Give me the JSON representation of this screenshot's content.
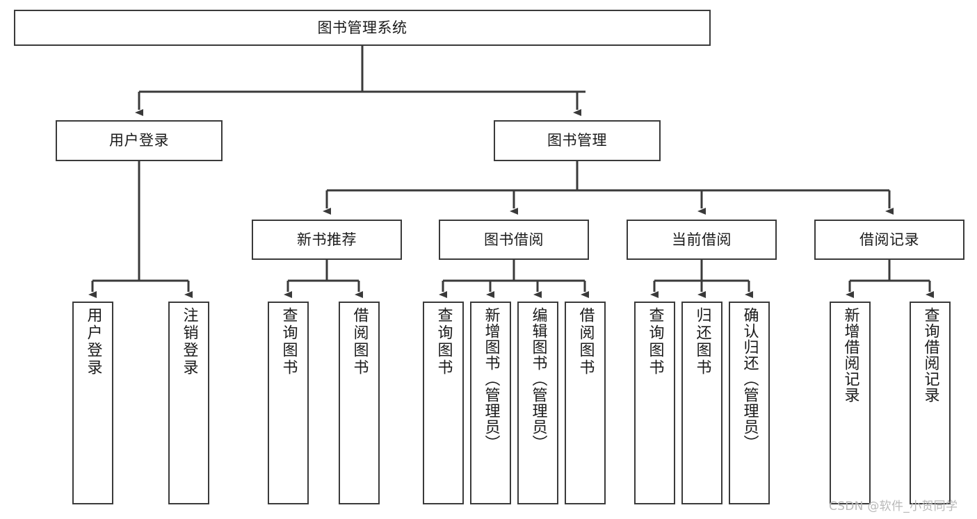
{
  "diagram": {
    "title": "图书管理系统",
    "type": "hierarchy-tree",
    "root": {
      "id": "root",
      "label": "图书管理系统"
    },
    "level2": [
      {
        "id": "user-login",
        "label": "用户登录"
      },
      {
        "id": "book-management",
        "label": "图书管理"
      }
    ],
    "level3": [
      {
        "id": "new-book-recommend",
        "label": "新书推荐",
        "parent": "book-management"
      },
      {
        "id": "book-borrow",
        "label": "图书借阅",
        "parent": "book-management"
      },
      {
        "id": "current-borrow",
        "label": "当前借阅",
        "parent": "book-management"
      },
      {
        "id": "borrow-record",
        "label": "借阅记录",
        "parent": "book-management"
      }
    ],
    "leaves": [
      {
        "id": "leaf-user-login",
        "label": "用户登录",
        "parent": "user-login"
      },
      {
        "id": "leaf-logout",
        "label": "注销登录",
        "parent": "user-login"
      },
      {
        "id": "leaf-query-book-1",
        "label": "查询图书",
        "parent": "new-book-recommend"
      },
      {
        "id": "leaf-borrow-book-1",
        "label": "借阅图书",
        "parent": "new-book-recommend"
      },
      {
        "id": "leaf-query-book-2",
        "label": "查询图书",
        "parent": "book-borrow"
      },
      {
        "id": "leaf-add-book",
        "label": "新增图书（管理员）",
        "parent": "book-borrow"
      },
      {
        "id": "leaf-edit-book",
        "label": "编辑图书（管理员）",
        "parent": "book-borrow"
      },
      {
        "id": "leaf-borrow-book-2",
        "label": "借阅图书",
        "parent": "book-borrow"
      },
      {
        "id": "leaf-query-book-3",
        "label": "查询图书",
        "parent": "current-borrow"
      },
      {
        "id": "leaf-return-book",
        "label": "归还图书",
        "parent": "current-borrow"
      },
      {
        "id": "leaf-confirm-return",
        "label": "确认归还（管理员）",
        "parent": "current-borrow"
      },
      {
        "id": "leaf-add-record",
        "label": "新增借阅记录",
        "parent": "borrow-record"
      },
      {
        "id": "leaf-query-record",
        "label": "查询借阅记录",
        "parent": "borrow-record"
      }
    ],
    "colors": {
      "border": "#3a3a3a",
      "text": "#1a1a1a",
      "background": "#ffffff",
      "watermark": "#b9b9b9"
    }
  },
  "watermark": {
    "text": "CSDN @软件_小贺同学"
  }
}
